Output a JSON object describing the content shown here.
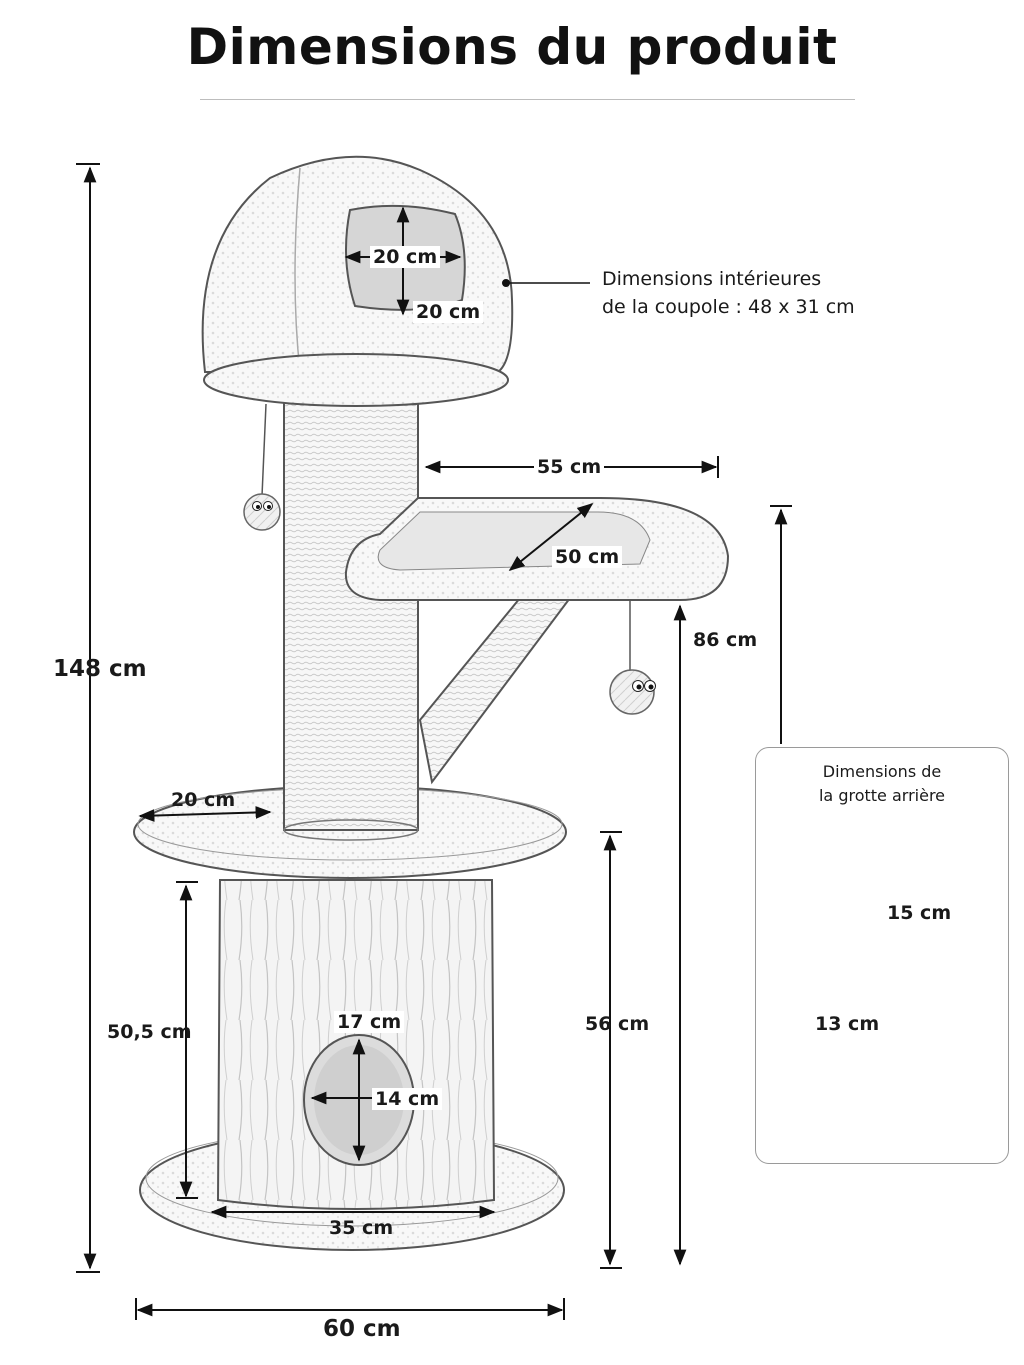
{
  "title": "Dimensions du produit",
  "dimensions": {
    "total_height": "148 cm",
    "total_width": "60 cm",
    "dome_opening_width": "20 cm",
    "dome_opening_height": "20 cm",
    "platform_length": "55 cm",
    "platform_depth": "50 cm",
    "platform_height": "86 cm",
    "base_platform_radius": "20 cm",
    "trunk_height": "50,5 cm",
    "cave_opening_width": "17 cm",
    "cave_opening_height": "14 cm",
    "trunk_width": "35 cm",
    "middle_height": "56 cm"
  },
  "dome_note": {
    "line1": "Dimensions intérieures",
    "line2": "de la coupole : 48 x 31 cm"
  },
  "inset": {
    "title_line1": "Dimensions de",
    "title_line2": "la grotte arrière",
    "opening_height": "15 cm",
    "opening_width": "13 cm"
  }
}
